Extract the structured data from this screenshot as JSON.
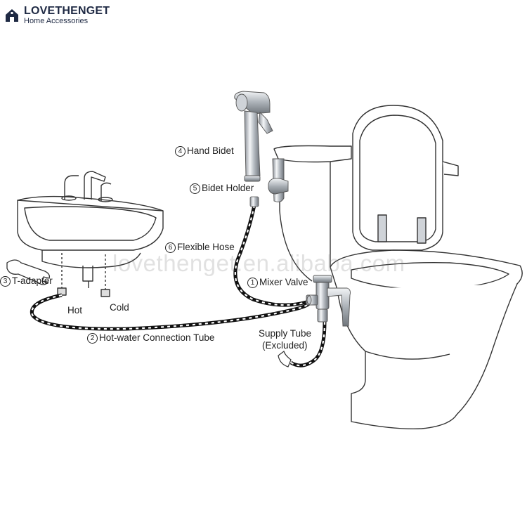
{
  "brand": {
    "name": "LOVETHENGET",
    "subtitle": "Home Accessories",
    "color": "#1f2a44"
  },
  "watermark": "lovethenget.en.alibaba.com",
  "parts": [
    {
      "number": "1",
      "label": "Mixer Valve"
    },
    {
      "number": "2",
      "label": "Hot-water Connection Tube"
    },
    {
      "number": "3",
      "label": "T-adapter"
    },
    {
      "number": "4",
      "label": "Hand Bidet"
    },
    {
      "number": "5",
      "label": "Bidet Holder"
    },
    {
      "number": "6",
      "label": "Flexible Hose"
    }
  ],
  "labels": {
    "hot": "Hot",
    "cold": "Cold",
    "supply_line1": "Supply Tube",
    "supply_line2": "(Excluded)"
  },
  "icons": [
    "house-logo-icon",
    "wrench-icon"
  ]
}
